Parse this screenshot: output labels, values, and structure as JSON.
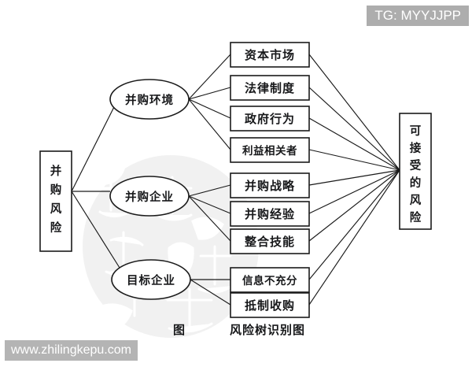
{
  "figure": {
    "caption_prefix": "图",
    "caption_title": "风险树识别图"
  },
  "root": {
    "label": "并购风险",
    "chars": [
      "并",
      "购",
      "风",
      "险"
    ]
  },
  "outcome": {
    "label": "可接受的风险",
    "chars": [
      "可",
      "接",
      "受",
      "的",
      "风",
      "险"
    ]
  },
  "branches": [
    {
      "label": "并购环境",
      "leaves": [
        {
          "label": "资本市场"
        },
        {
          "label": "法律制度"
        },
        {
          "label": "政府行为"
        },
        {
          "label": "利益相关者"
        }
      ]
    },
    {
      "label": "并购企业",
      "leaves": [
        {
          "label": "并购战略"
        },
        {
          "label": "并购经验"
        },
        {
          "label": "整合技能"
        }
      ]
    },
    {
      "label": "目标企业",
      "leaves": [
        {
          "label": "信息不充分"
        },
        {
          "label": "抵制收购"
        }
      ]
    }
  ],
  "watermarks": {
    "top_badge": "TG: MYYJJPP",
    "bottom_badge": "www.zhilingkepu.com"
  },
  "colors": {
    "ink": "#1a1a1a",
    "paper": "#ffffff",
    "badge_bg": "#adadad",
    "badge_text": "#ffffff"
  }
}
